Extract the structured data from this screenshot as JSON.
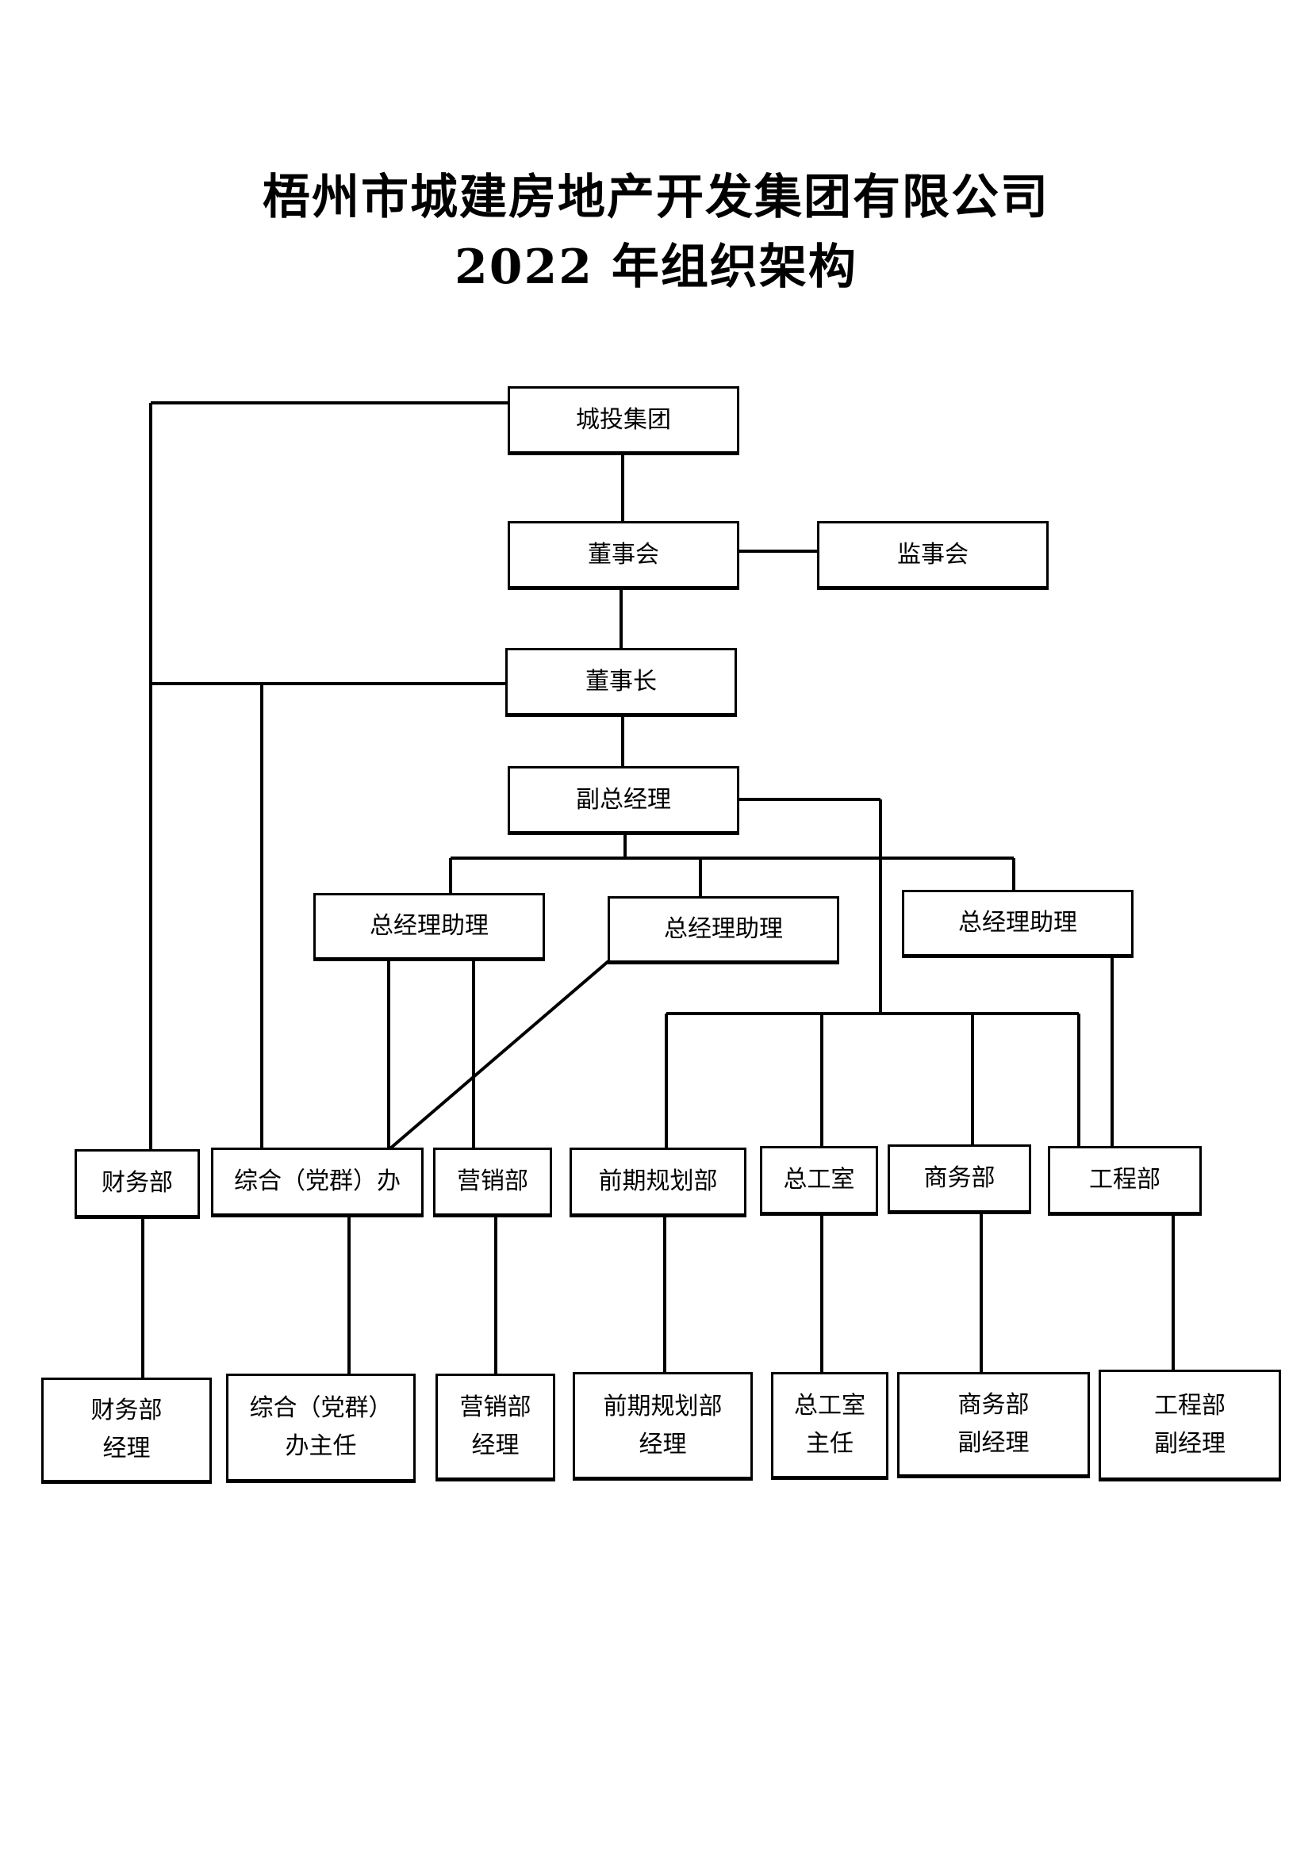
{
  "title": {
    "line1": "梧州市城建房地产开发集团有限公司",
    "line2": "2022 年组织架构"
  },
  "nodes": {
    "chengtou": "城投集团",
    "board": "董事会",
    "supervisors": "监事会",
    "chairman": "董事长",
    "deputy_gm": "副总经理",
    "assistant_1": "总经理助理",
    "assistant_2": "总经理助理",
    "assistant_3": "总经理助理"
  },
  "departments": [
    {
      "name": "财务部",
      "head_line1": "财务部",
      "head_line2": "经理"
    },
    {
      "name": "综合（党群）办",
      "head_line1": "综合（党群）",
      "head_line2": "办主任"
    },
    {
      "name": "营销部",
      "head_line1": "营销部",
      "head_line2": "经理"
    },
    {
      "name": "前期规划部",
      "head_line1": "前期规划部",
      "head_line2": "经理"
    },
    {
      "name": "总工室",
      "head_line1": "总工室",
      "head_line2": "主任"
    },
    {
      "name": "商务部",
      "head_line1": "商务部",
      "head_line2": "副经理"
    },
    {
      "name": "工程部",
      "head_line1": "工程部",
      "head_line2": "副经理"
    }
  ]
}
